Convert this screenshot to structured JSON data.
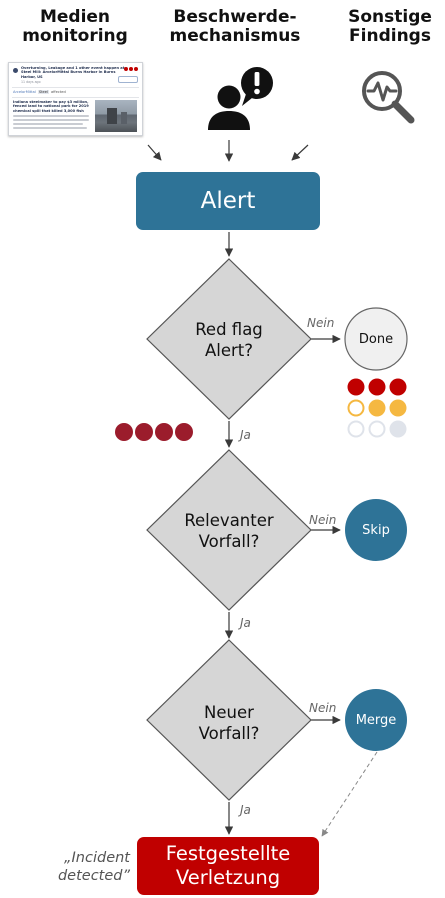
{
  "sources": {
    "media": {
      "title_line1": "Medien",
      "title_line2": "monitoring",
      "article": {
        "headline_line1": "Overturning, Leakage and 1 other event happen at",
        "headline_line2": "Steel Mill: ArcelorMittal Burns Harbor in Burns",
        "headline_line3": "Harbor, US",
        "time": "11 days ago",
        "entity_name": "ArcelorMittal",
        "entity_tag": "Steel",
        "entity_status": "affected",
        "body_title_line1": "Indiana steelmaker to pay $3 million,",
        "body_title_line2": "fenced land to national park for 2019",
        "body_title_line3": "chemical spill that killed 3,000 fish"
      }
    },
    "grievance": {
      "title_line1": "Beschwerde-",
      "title_line2": "mechanismus",
      "icon": "person-alert-icon"
    },
    "other": {
      "title_line1": "Sonstige",
      "title_line2": "Findings",
      "icon": "magnifier-pulse-icon"
    }
  },
  "flow": {
    "alert": {
      "label": "Alert",
      "color": "#2e7397"
    },
    "decision_red_flag": {
      "line1": "Red flag",
      "line2": "Alert?"
    },
    "decision_relevant": {
      "line1": "Relevanter",
      "line2": "Vorfall?"
    },
    "decision_new": {
      "line1": "Neuer",
      "line2": "Vorfall?"
    },
    "yes_label": "Ja",
    "no_label": "Nein",
    "done": {
      "label": "Done"
    },
    "skip": {
      "label": "Skip",
      "color": "#2e7397"
    },
    "merge": {
      "label": "Merge",
      "color": "#2e7397"
    },
    "incident": {
      "line1": "Festgestellte",
      "line2": "Verletzung",
      "color": "#c00000"
    },
    "incident_caption_line1": "„Incident",
    "incident_caption_line2": "detected”"
  },
  "severity": {
    "red_flag_dots": 4,
    "dot_color": "#9b1c2c",
    "legend": [
      [
        "#c00000",
        "#c00000",
        "#c00000"
      ],
      [
        "#f5b841-outline",
        "#f5b841",
        "#f5b841"
      ],
      [
        "#dfe3ea-outline",
        "#dfe3ea-outline",
        "#dfe3ea"
      ]
    ]
  },
  "colors": {
    "diamond_fill": "#d6d6d6",
    "arrow": "#3a3a3a"
  }
}
